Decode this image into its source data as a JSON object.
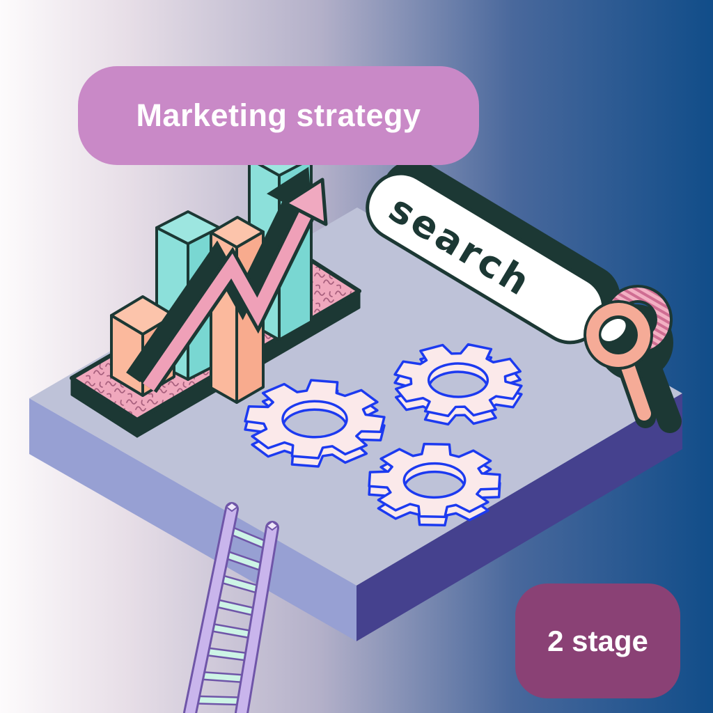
{
  "title_banner": {
    "label": "Marketing strategy",
    "bg_color": "#c989c7",
    "text_color": "#ffffff"
  },
  "stage_badge": {
    "label": "2 stage",
    "bg_color": "#8a4175",
    "text_color": "#ffffff"
  },
  "search_bar": {
    "label": "search",
    "bg_color": "#ffffff",
    "outline_color": "#1c3834"
  },
  "palette": {
    "background_left": "#fdfbfc",
    "background_right": "#114d89",
    "platform_top": "#bec2d8",
    "platform_left": "#97a0d3",
    "platform_right": "#45418e",
    "outline_dark_teal": "#1c3834",
    "bar_teal": "#8ce0da",
    "bar_salmon": "#f9b295",
    "arrow_pink": "#efa0b8",
    "chart_base_pink": "#f0a8bd",
    "gear_fill": "#fbe9ea",
    "gear_outline": "#1c3af0",
    "ladder_rail_lavender": "#c9b5ec",
    "ladder_rung_mint": "#cdf4e6",
    "magnifier_salmon": "#f5ab97",
    "magnifier_hatch_pink": "#f3b0c3"
  },
  "scene": {
    "gears_count": 3,
    "chart_bars": [
      {
        "color": "salmon",
        "relative_height": "short"
      },
      {
        "color": "teal",
        "relative_height": "tall"
      },
      {
        "color": "salmon",
        "relative_height": "tall"
      },
      {
        "color": "teal",
        "relative_height": "tallest"
      }
    ],
    "elements": [
      "isometric-platform",
      "growth-bar-chart",
      "trend-arrow",
      "search-bar",
      "magnifying-glass",
      "gears",
      "ladder"
    ]
  }
}
